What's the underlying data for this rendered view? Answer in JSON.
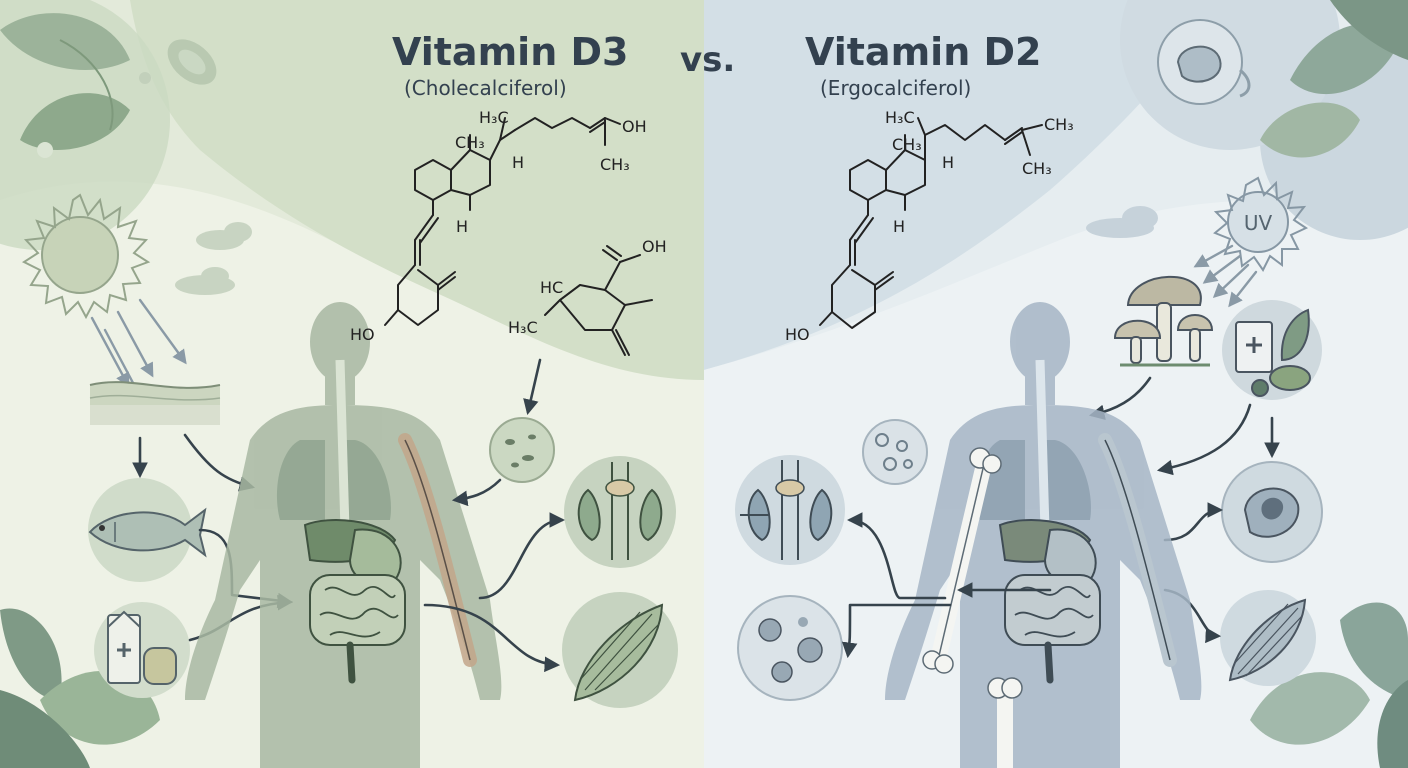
{
  "header": {
    "left_title": "Vitamin D3",
    "left_subtitle": "(Cholecalciferol)",
    "versus": "vs.",
    "right_title": "Vitamin D2",
    "right_subtitle": "(Ergocalciferol)"
  },
  "d3_structure": {
    "methyl_top": "H₃C",
    "oh_top": "OH",
    "ch3_top": "CH₃",
    "ch3_ring": "CH₃",
    "h_ring": "H",
    "h_lower": "H",
    "ho": "HO"
  },
  "d3_fragment": {
    "oh": "OH",
    "hc": "HC",
    "h3c": "H₃C"
  },
  "d2_structure": {
    "methyl_top": "H₃C",
    "ch3_a": "CH₃",
    "ch3_b": "CH₃",
    "ch3_ring": "CH₃",
    "h_ring": "H",
    "h_lower": "H",
    "ho": "HO"
  },
  "uv_badge": "UV",
  "colors": {
    "left_bg": "#e3eada",
    "right_bg": "#e6edf0",
    "title_text": "#33414f",
    "arrow": "#36434c",
    "body_left": "#a8b8a2",
    "body_right": "#a6b6c6"
  },
  "icons": [
    "sun-icon",
    "skin-layers-icon",
    "fish-icon",
    "supplement-icon",
    "kidney-icon",
    "muscle-icon",
    "microbe-icon",
    "mushroom-icon",
    "food-icon",
    "immune-cell-icon",
    "bone-icon",
    "leaf-icon",
    "cloud-icon"
  ]
}
